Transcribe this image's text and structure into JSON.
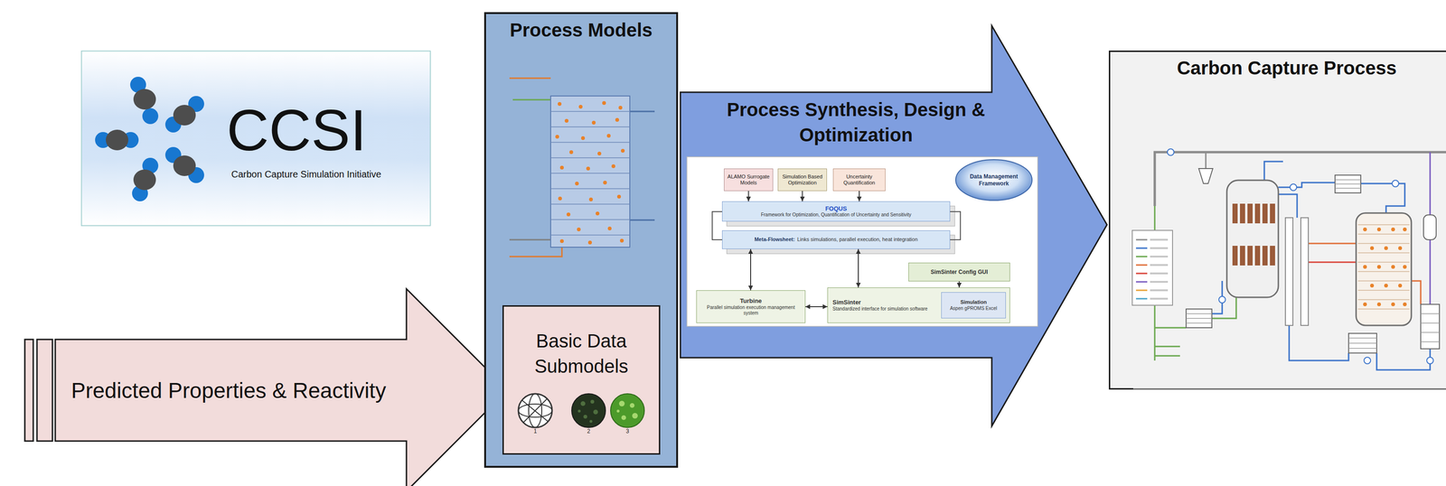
{
  "diagram": {
    "nodes": [
      {
        "text": [
          "CCSI",
          "Carbon Capture Simulation Initiative"
        ]
      },
      {
        "text": [
          "Predicted Properties & Reactivity"
        ]
      },
      {
        "text": [
          "Process Models"
        ]
      },
      {
        "text": [
          "Basic Data Submodels"
        ],
        "in": 2
      },
      {
        "text": [
          "Process Synthesis, Design & Optimization"
        ]
      },
      {
        "text": [
          "ALAMO Surrogate Models"
        ],
        "in": 4
      },
      {
        "text": [
          "Simulation Based Optimization"
        ],
        "in": 4
      },
      {
        "text": [
          "Uncertainty Quantification"
        ],
        "in": 4
      },
      {
        "text": [
          "Data Management Framework"
        ],
        "in": 4
      },
      {
        "text": [
          "FOQUS",
          "Framework for Optimization, Quantification of Uncertainty and Sensitivity"
        ],
        "in": 4
      },
      {
        "text": [
          "Meta-Flowsheet:",
          "Links simulations, parallel execution, heat integration"
        ],
        "in": 4
      },
      {
        "text": [
          "SimSinter Config GUI"
        ],
        "in": 4
      },
      {
        "text": [
          "Turbine",
          "Parallel simulation execution management system"
        ],
        "in": 4
      },
      {
        "text": [
          "SimSinter",
          "Standardized interface for simulation software"
        ],
        "in": 4
      },
      {
        "text": [
          "Simulation",
          "Aspen gPROMS Excel"
        ],
        "in": 13
      },
      {
        "text": [
          "Carbon Capture Process"
        ]
      }
    ],
    "edges": [
      {
        "from": 5,
        "to": 9,
        "arrow": "to"
      },
      {
        "from": 6,
        "to": 9,
        "arrow": "to"
      },
      {
        "from": 7,
        "to": 9,
        "arrow": "to"
      },
      {
        "from": 10,
        "to": 12,
        "arrow": "both"
      },
      {
        "from": 10,
        "to": 13,
        "arrow": "both"
      },
      {
        "from": 12,
        "to": 13,
        "arrow": "both"
      },
      {
        "from": 11,
        "to": 13,
        "arrow": "to"
      }
    ],
    "labels": [
      "1",
      "2",
      "3"
    ]
  }
}
